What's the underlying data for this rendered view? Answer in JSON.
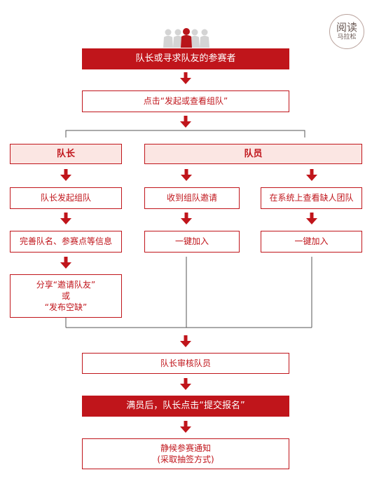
{
  "badge": {
    "line1": "阅读",
    "line2": "马拉松"
  },
  "start": {
    "label": "队长或寻求队友的参赛者"
  },
  "click_launch": {
    "label": "点击“发起或查看组队”"
  },
  "captain": {
    "header": "队长",
    "steps": [
      "队长发起组队",
      "完善队名、参赛点等信息",
      "分享“邀请队友”\n或\n“发布空缺”"
    ]
  },
  "member": {
    "header": "队员",
    "path_a": [
      "收到组队邀请",
      "一键加入"
    ],
    "path_b": [
      "在系统上查看缺人团队",
      "一键加入"
    ]
  },
  "review": {
    "label": "队长审核队员"
  },
  "submit": {
    "label": "满员后，队长点击“提交报名”"
  },
  "final": {
    "label": "静候参赛通知\n(采取抽签方式)"
  },
  "colors": {
    "accent": "#c0151b",
    "soft": "#fbe6e3",
    "gray": "#555555"
  }
}
